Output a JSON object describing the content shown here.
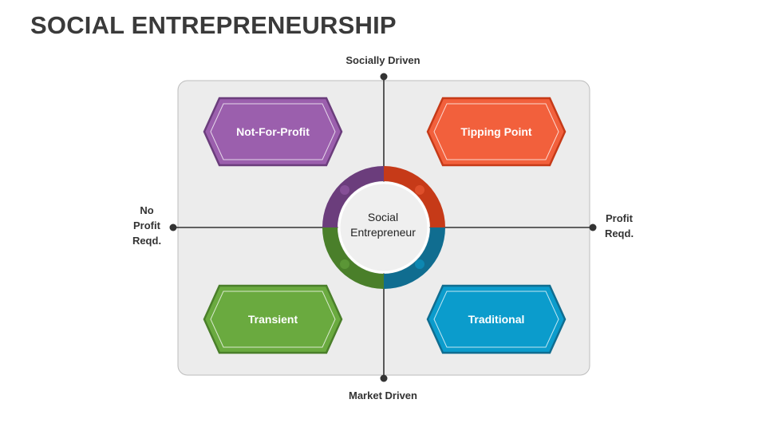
{
  "title": "SOCIAL ENTREPRENEURSHIP",
  "axes": {
    "top": "Socially Driven",
    "bottom": "Market Driven",
    "left": [
      "No",
      "Profit",
      "Reqd."
    ],
    "right": [
      "Profit",
      "Reqd."
    ]
  },
  "center": [
    "Social",
    "Entrepreneur"
  ],
  "quadrants": [
    {
      "label": "Not-For-Profit",
      "color": "#9b5fad",
      "dark": "#6b3d7c"
    },
    {
      "label": "Tipping Point",
      "color": "#f2603c",
      "dark": "#c63a18"
    },
    {
      "label": "Transient",
      "color": "#6aaa3f",
      "dark": "#4a7f2a"
    },
    {
      "label": "Traditional",
      "color": "#0b9ccc",
      "dark": "#106d90"
    }
  ],
  "colors": {
    "panel": "#ececec",
    "axis": "#333333"
  }
}
